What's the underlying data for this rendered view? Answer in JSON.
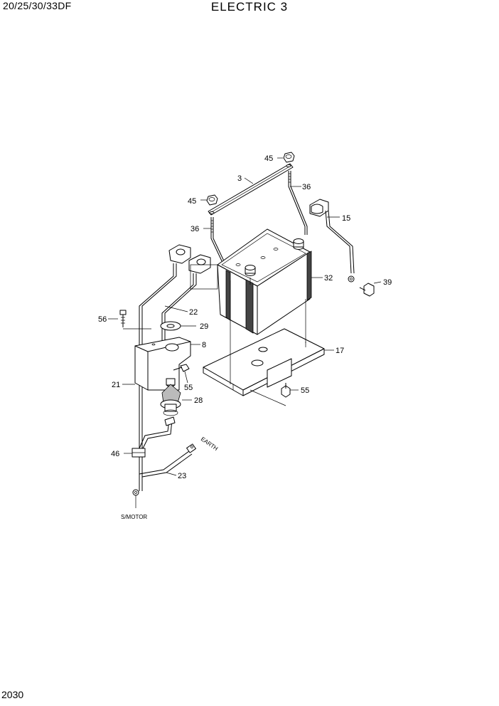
{
  "header": {
    "model": "20/25/30/33DF",
    "title": "ELECTRIC 3"
  },
  "footer": {
    "page_number": "2030"
  },
  "callouts": {
    "p45_top": "45",
    "p3": "3",
    "p36_right": "36",
    "p45_left": "45",
    "p15": "15",
    "p36_left": "36",
    "p32": "32",
    "p39": "39",
    "p56": "56",
    "p22": "22",
    "p29": "29",
    "p8": "8",
    "p17": "17",
    "p21": "21",
    "p55_left": "55",
    "p55_right": "55",
    "p28": "28",
    "p46": "46",
    "p23": "23"
  },
  "annotations": {
    "earth": "EARTH",
    "s_motor": "S/MOTOR"
  }
}
